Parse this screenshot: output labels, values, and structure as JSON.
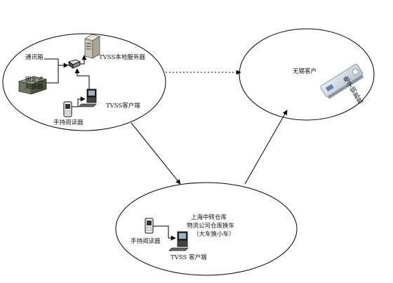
{
  "diagram": {
    "left_cluster": {
      "comm_box_label": "通讯箱",
      "fixed_reader_label": "固定式\n阅读器",
      "server_label": "TVSS本地服务器",
      "client_label": "TVSS客户端",
      "handheld_label": "手持阅读器"
    },
    "right_cluster": {
      "customer_label": "无锡客户",
      "key_label": "电子钥匙匙"
    },
    "bottom_cluster": {
      "title_line1": "上海中转仓库",
      "title_line2": "物流公司仓库换车",
      "title_line3": "（大车换小车）",
      "handheld_label": "手持阅读器",
      "client_label": "TVSS 客户端"
    }
  }
}
